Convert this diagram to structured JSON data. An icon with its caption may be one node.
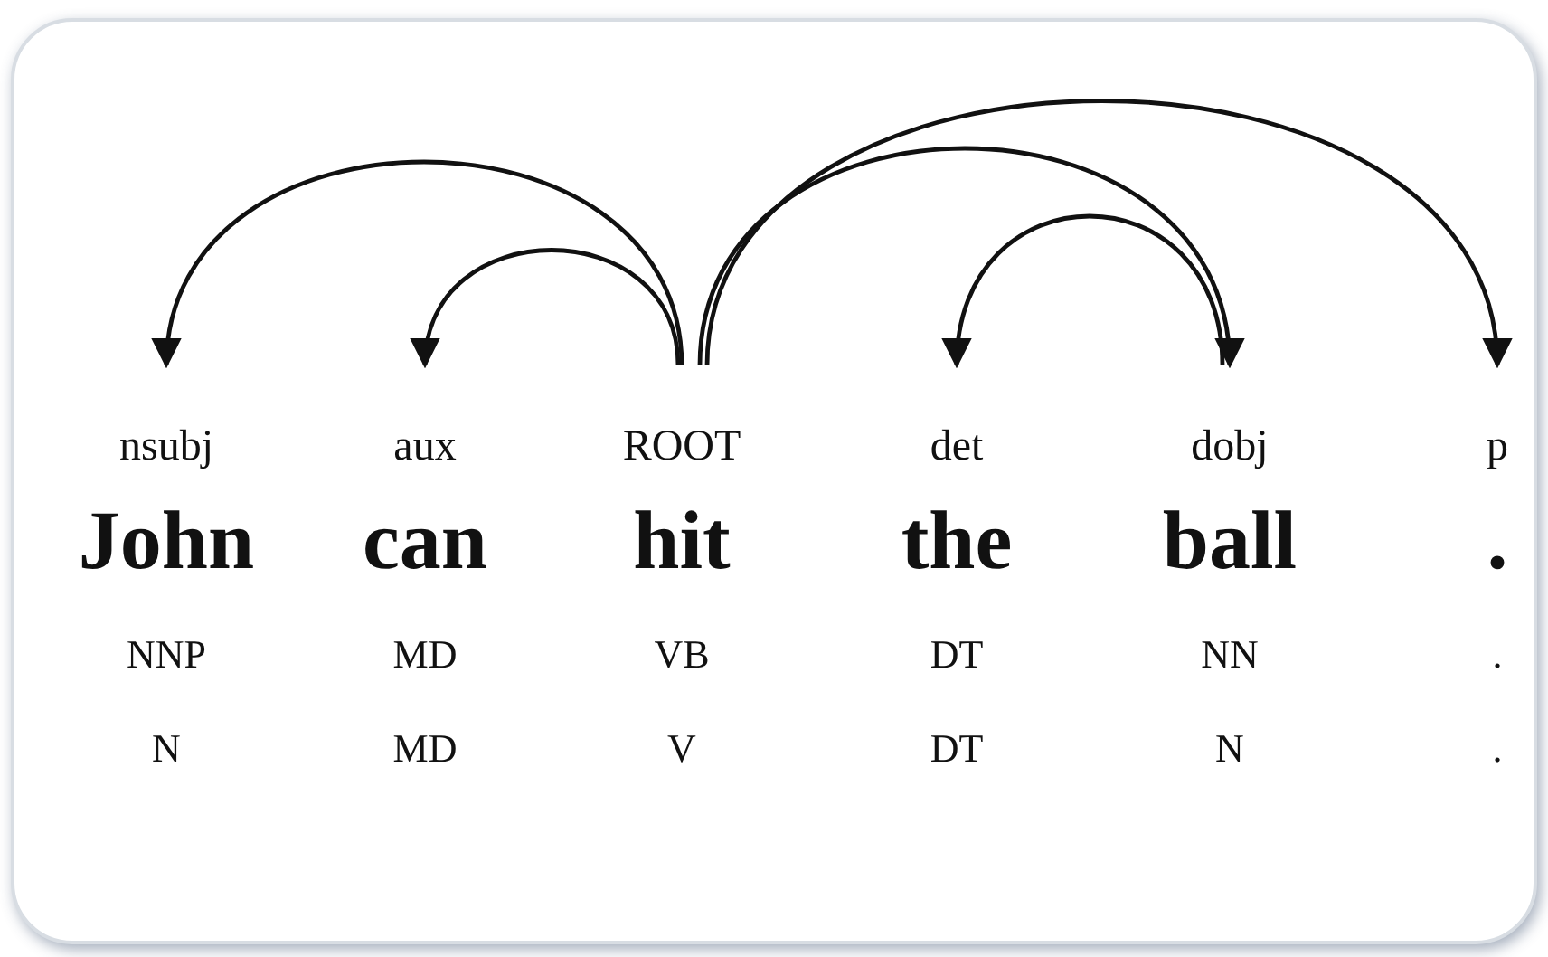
{
  "diagram": {
    "nodes": [
      {
        "text": [
          "nsubj",
          "John",
          "NNP",
          "N"
        ]
      },
      {
        "text": [
          "aux",
          "can",
          "MD",
          "MD"
        ]
      },
      {
        "text": [
          "ROOT",
          "hit",
          "VB",
          "V"
        ]
      },
      {
        "text": [
          "det",
          "the",
          "DT",
          "DT"
        ]
      },
      {
        "text": [
          "dobj",
          "ball",
          "NN",
          "N"
        ]
      },
      {
        "text": [
          "p",
          ".",
          ".",
          "."
        ]
      }
    ],
    "edges": [
      {
        "from": 2,
        "to": 0,
        "arrow": "to"
      },
      {
        "from": 2,
        "to": 1,
        "arrow": "to"
      },
      {
        "from": 4,
        "to": 3,
        "arrow": "to"
      },
      {
        "from": 2,
        "to": 4,
        "arrow": "to"
      },
      {
        "from": 2,
        "to": 5,
        "arrow": "to"
      }
    ]
  }
}
